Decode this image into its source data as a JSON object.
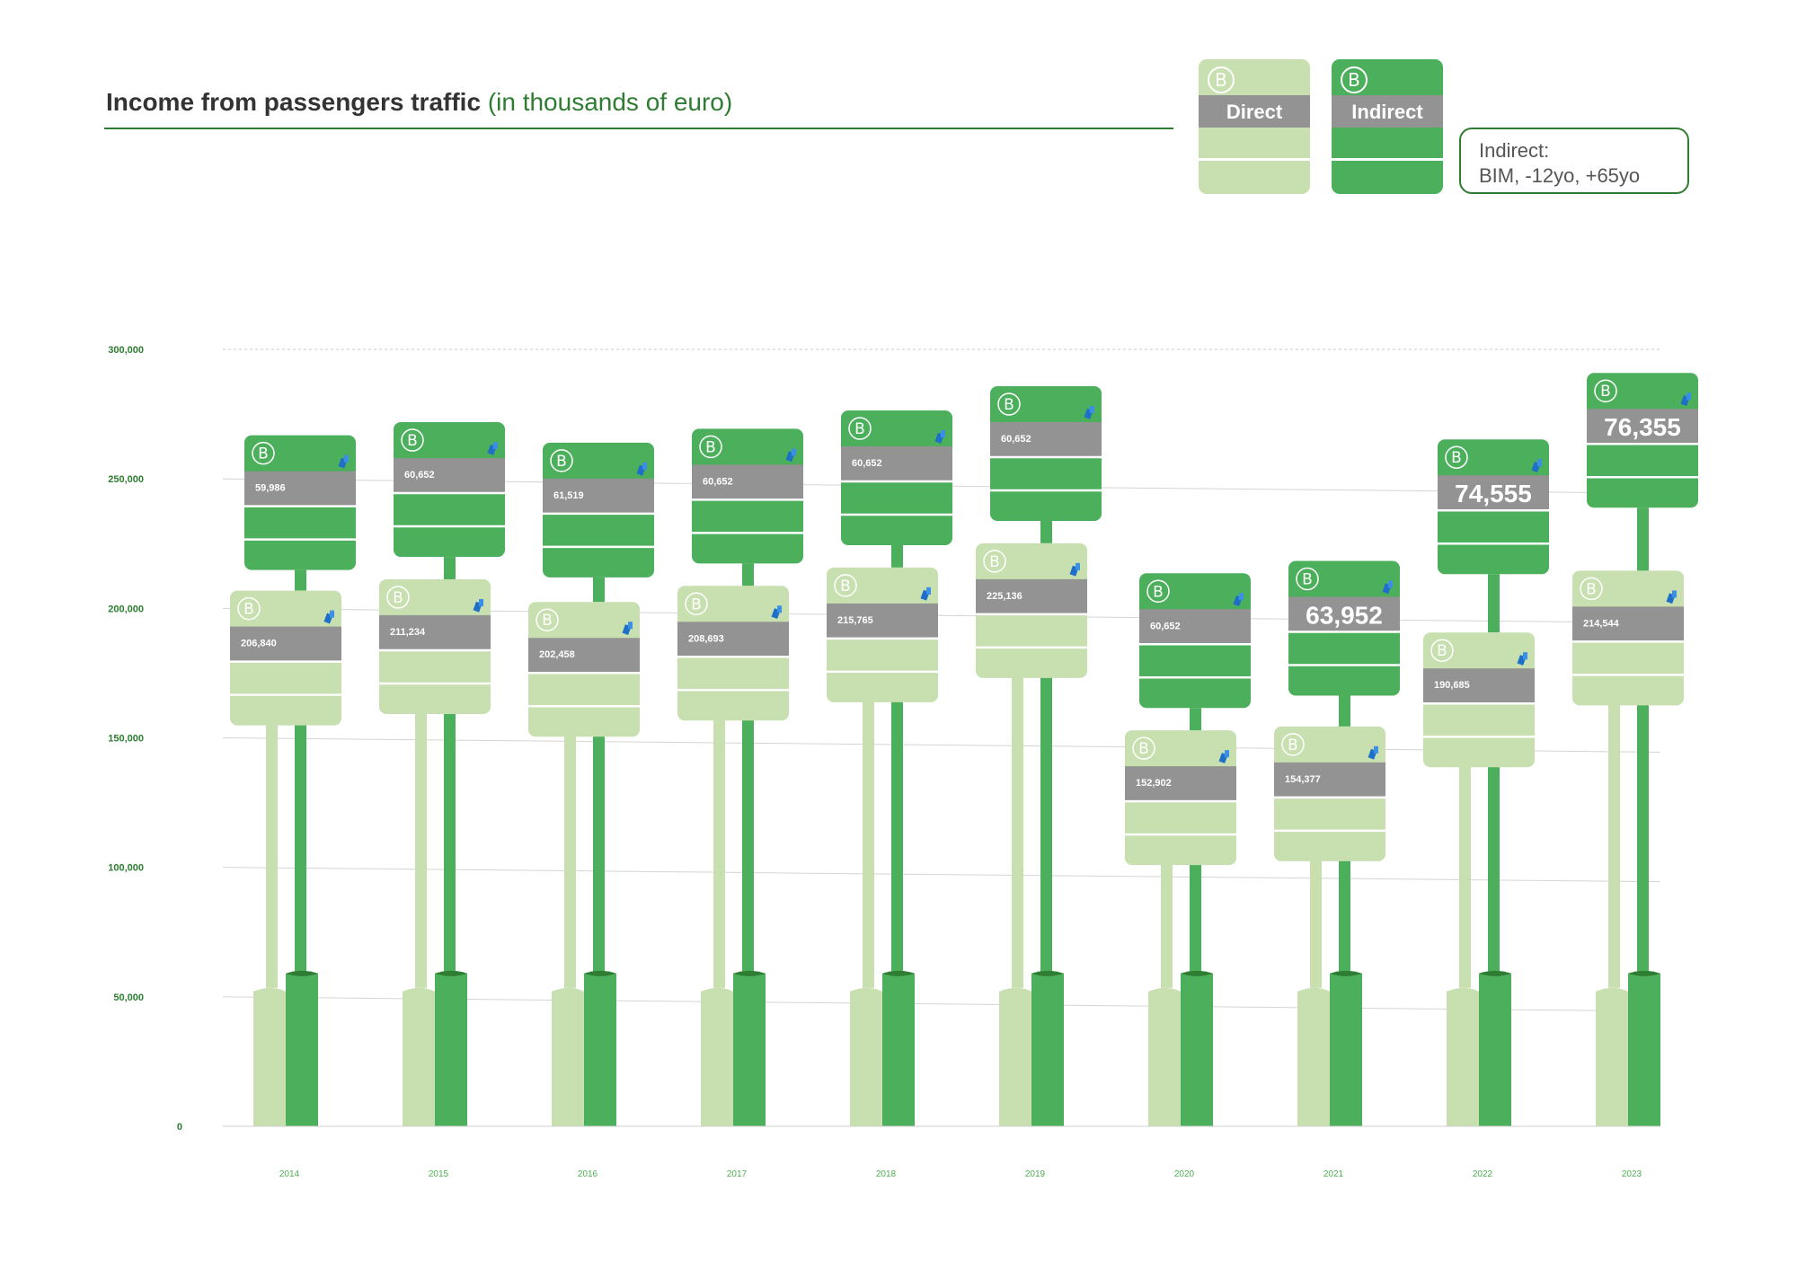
{
  "title": {
    "main": "Income from passengers traffic",
    "sub": "(in thousands of euro)"
  },
  "legend": {
    "b_symbol": "B",
    "direct": {
      "label": "Direct",
      "color": "#c8dfb0"
    },
    "indirect": {
      "label": "Indirect",
      "color": "#4caf5c"
    }
  },
  "note": {
    "text": "Indirect:\nBIM, -12yo, +65yo"
  },
  "colors": {
    "direct": "#c8dfb0",
    "indirect": "#4caf5c",
    "band": "#939393",
    "axis_text": "#2e7d32"
  },
  "chart_data": {
    "type": "bar",
    "title": "Income from passengers traffic",
    "subtitle": "(in thousands of euro)",
    "categories": [
      "2014",
      "2015",
      "2016",
      "2017",
      "2018",
      "2019",
      "2020",
      "2021",
      "2022",
      "2023"
    ],
    "series": [
      {
        "name": "Direct",
        "values": [
          206840,
          211234,
          202458,
          208693,
          215765,
          225136,
          152902,
          154377,
          190685,
          214544
        ],
        "labels": [
          "206,840",
          "211,234",
          "202,458",
          "208,693",
          "215,765",
          "225,136",
          "152,902",
          "154,377",
          "190,685",
          "214,544"
        ]
      },
      {
        "name": "Indirect",
        "values": [
          59986,
          60652,
          61519,
          60652,
          60652,
          60652,
          60652,
          63952,
          74555,
          76355
        ],
        "labels": [
          "59,986",
          "60,652",
          "61,519",
          "60,652",
          "60,652",
          "60,652",
          "60,652",
          "63,952",
          "74,555",
          "76,355"
        ]
      }
    ],
    "yticks": [
      "0",
      "50,000",
      "100,000",
      "150,000",
      "200,000",
      "250,000",
      "300,000"
    ],
    "ylim": [
      0,
      300000
    ],
    "grid": true,
    "legend": "top-right"
  }
}
